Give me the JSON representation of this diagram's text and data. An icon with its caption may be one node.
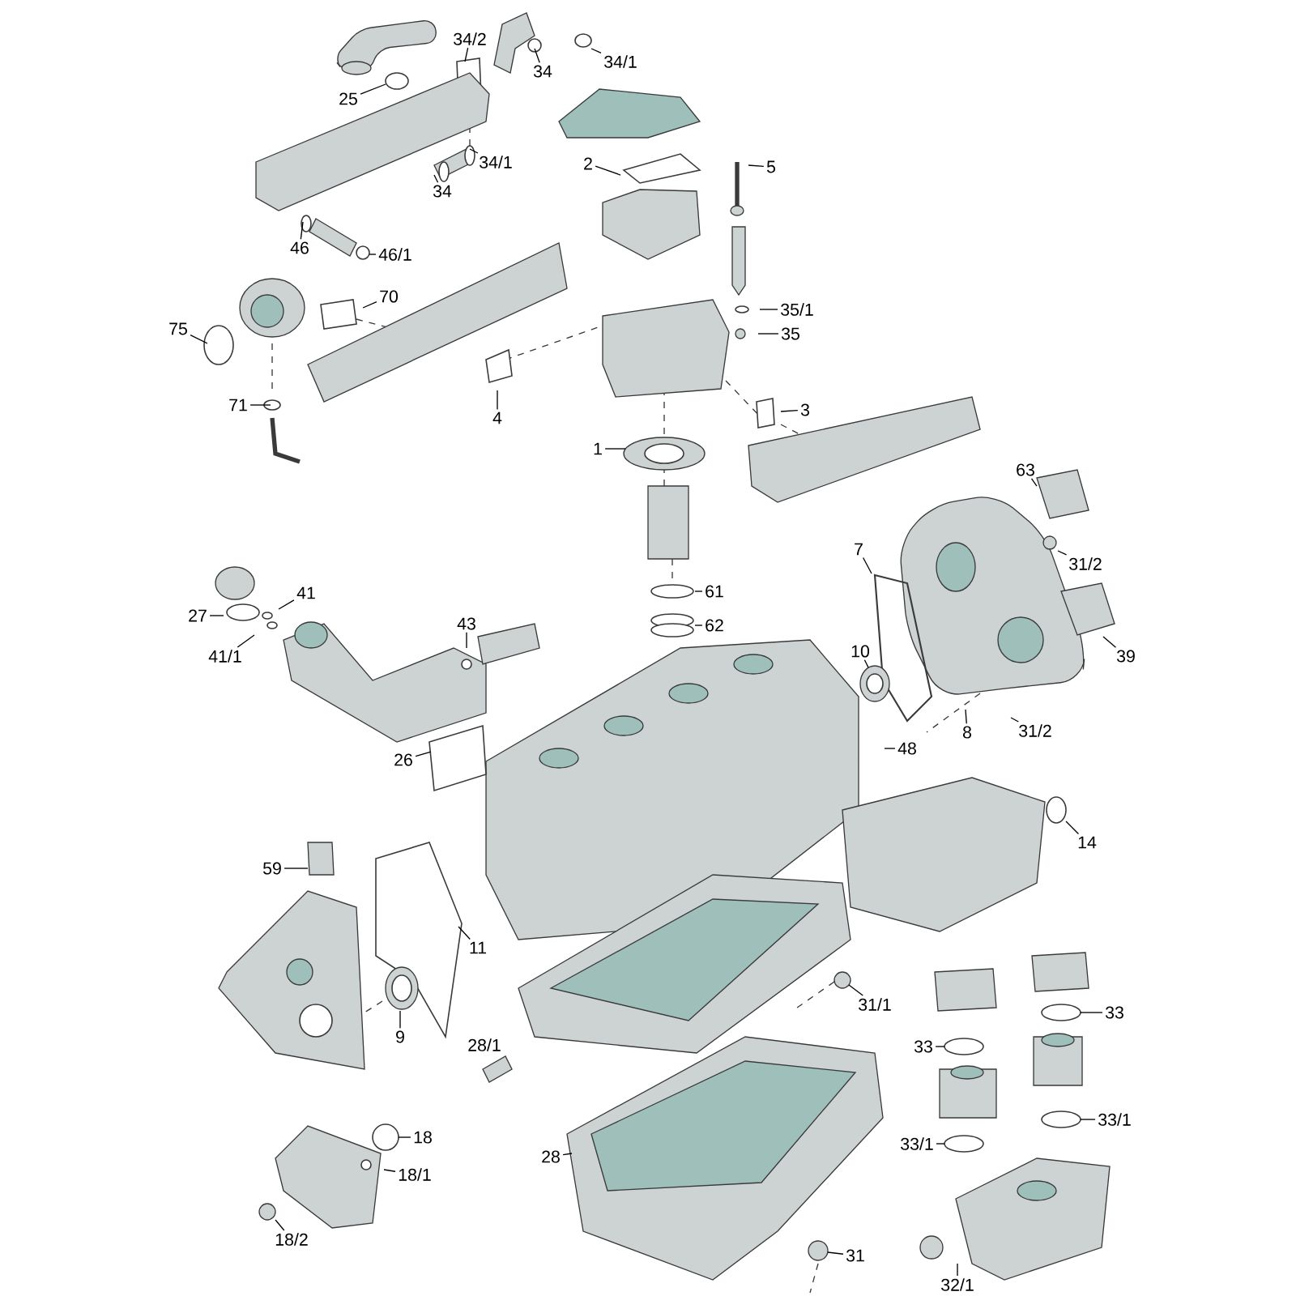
{
  "diagram": {
    "nodes": [
      {
        "text": [
          "34/2"
        ]
      },
      {
        "text": [
          "34/1"
        ]
      },
      {
        "text": [
          "34"
        ]
      },
      {
        "text": [
          "25"
        ]
      },
      {
        "text": [
          "34/1"
        ]
      },
      {
        "text": [
          "2"
        ]
      },
      {
        "text": [
          "5"
        ]
      },
      {
        "text": [
          "34"
        ]
      },
      {
        "text": [
          "46"
        ]
      },
      {
        "text": [
          "46/1"
        ]
      },
      {
        "text": [
          "70"
        ]
      },
      {
        "text": [
          "35/1"
        ]
      },
      {
        "text": [
          "75"
        ]
      },
      {
        "text": [
          "35"
        ]
      },
      {
        "text": [
          "4"
        ]
      },
      {
        "text": [
          "71"
        ]
      },
      {
        "text": [
          "3"
        ]
      },
      {
        "text": [
          "1"
        ]
      },
      {
        "text": [
          "63"
        ]
      },
      {
        "text": [
          "7"
        ]
      },
      {
        "text": [
          "31/2"
        ]
      },
      {
        "text": [
          "61"
        ]
      },
      {
        "text": [
          "41"
        ]
      },
      {
        "text": [
          "27"
        ]
      },
      {
        "text": [
          "43"
        ]
      },
      {
        "text": [
          "62"
        ]
      },
      {
        "text": [
          "41/1"
        ]
      },
      {
        "text": [
          "10"
        ]
      },
      {
        "text": [
          "39"
        ]
      },
      {
        "text": [
          "31/2"
        ]
      },
      {
        "text": [
          "8"
        ]
      },
      {
        "text": [
          "48"
        ]
      },
      {
        "text": [
          "26"
        ]
      },
      {
        "text": [
          "14"
        ]
      },
      {
        "text": [
          "59"
        ]
      },
      {
        "text": [
          "11"
        ]
      },
      {
        "text": [
          "31/1"
        ]
      },
      {
        "text": [
          "33"
        ]
      },
      {
        "text": [
          "9"
        ]
      },
      {
        "text": [
          "28/1"
        ]
      },
      {
        "text": [
          "33"
        ]
      },
      {
        "text": [
          "33/1"
        ]
      },
      {
        "text": [
          "18"
        ]
      },
      {
        "text": [
          "28"
        ]
      },
      {
        "text": [
          "33/1"
        ]
      },
      {
        "text": [
          "18/1"
        ]
      },
      {
        "text": [
          "18/2"
        ]
      },
      {
        "text": [
          "31"
        ]
      },
      {
        "text": [
          "32/1"
        ]
      }
    ],
    "edges": [
      {
        "from": 0,
        "to": null,
        "arrow": "none"
      },
      {
        "from": 1,
        "to": null,
        "arrow": "none"
      },
      {
        "from": 2,
        "to": null,
        "arrow": "none"
      },
      {
        "from": 3,
        "to": null,
        "arrow": "none"
      },
      {
        "from": 4,
        "to": null,
        "arrow": "none"
      },
      {
        "from": 5,
        "to": null,
        "arrow": "none"
      },
      {
        "from": 6,
        "to": null,
        "arrow": "none"
      },
      {
        "from": 7,
        "to": null,
        "arrow": "none"
      },
      {
        "from": 8,
        "to": null,
        "arrow": "none"
      },
      {
        "from": 9,
        "to": null,
        "arrow": "none"
      },
      {
        "from": 10,
        "to": null,
        "arrow": "none"
      },
      {
        "from": 11,
        "to": null,
        "arrow": "none"
      },
      {
        "from": 12,
        "to": null,
        "arrow": "none"
      },
      {
        "from": 13,
        "to": null,
        "arrow": "none"
      },
      {
        "from": 14,
        "to": null,
        "arrow": "none"
      },
      {
        "from": 15,
        "to": null,
        "arrow": "none"
      },
      {
        "from": 16,
        "to": null,
        "arrow": "none"
      },
      {
        "from": 17,
        "to": null,
        "arrow": "none"
      },
      {
        "from": 18,
        "to": null,
        "arrow": "none"
      },
      {
        "from": 19,
        "to": null,
        "arrow": "none"
      },
      {
        "from": 20,
        "to": null,
        "arrow": "none"
      },
      {
        "from": 21,
        "to": null,
        "arrow": "none"
      },
      {
        "from": 22,
        "to": null,
        "arrow": "none"
      },
      {
        "from": 23,
        "to": null,
        "arrow": "none"
      },
      {
        "from": 24,
        "to": null,
        "arrow": "none"
      },
      {
        "from": 25,
        "to": null,
        "arrow": "none"
      },
      {
        "from": 26,
        "to": null,
        "arrow": "none"
      },
      {
        "from": 27,
        "to": null,
        "arrow": "none"
      },
      {
        "from": 28,
        "to": null,
        "arrow": "none"
      },
      {
        "from": 29,
        "to": null,
        "arrow": "none"
      },
      {
        "from": 30,
        "to": null,
        "arrow": "none"
      },
      {
        "from": 31,
        "to": null,
        "arrow": "none"
      },
      {
        "from": 32,
        "to": null,
        "arrow": "none"
      },
      {
        "from": 33,
        "to": null,
        "arrow": "none"
      },
      {
        "from": 34,
        "to": null,
        "arrow": "none"
      },
      {
        "from": 35,
        "to": null,
        "arrow": "none"
      },
      {
        "from": 36,
        "to": null,
        "arrow": "none"
      },
      {
        "from": 37,
        "to": null,
        "arrow": "none"
      },
      {
        "from": 38,
        "to": null,
        "arrow": "none"
      },
      {
        "from": 40,
        "to": null,
        "arrow": "none"
      },
      {
        "from": 41,
        "to": null,
        "arrow": "none"
      },
      {
        "from": 42,
        "to": null,
        "arrow": "none"
      },
      {
        "from": 43,
        "to": null,
        "arrow": "none"
      },
      {
        "from": 44,
        "to": null,
        "arrow": "none"
      },
      {
        "from": 45,
        "to": null,
        "arrow": "none"
      },
      {
        "from": 46,
        "to": null,
        "arrow": "none"
      },
      {
        "from": 47,
        "to": null,
        "arrow": "none"
      },
      {
        "from": 48,
        "to": null,
        "arrow": "none"
      }
    ]
  }
}
